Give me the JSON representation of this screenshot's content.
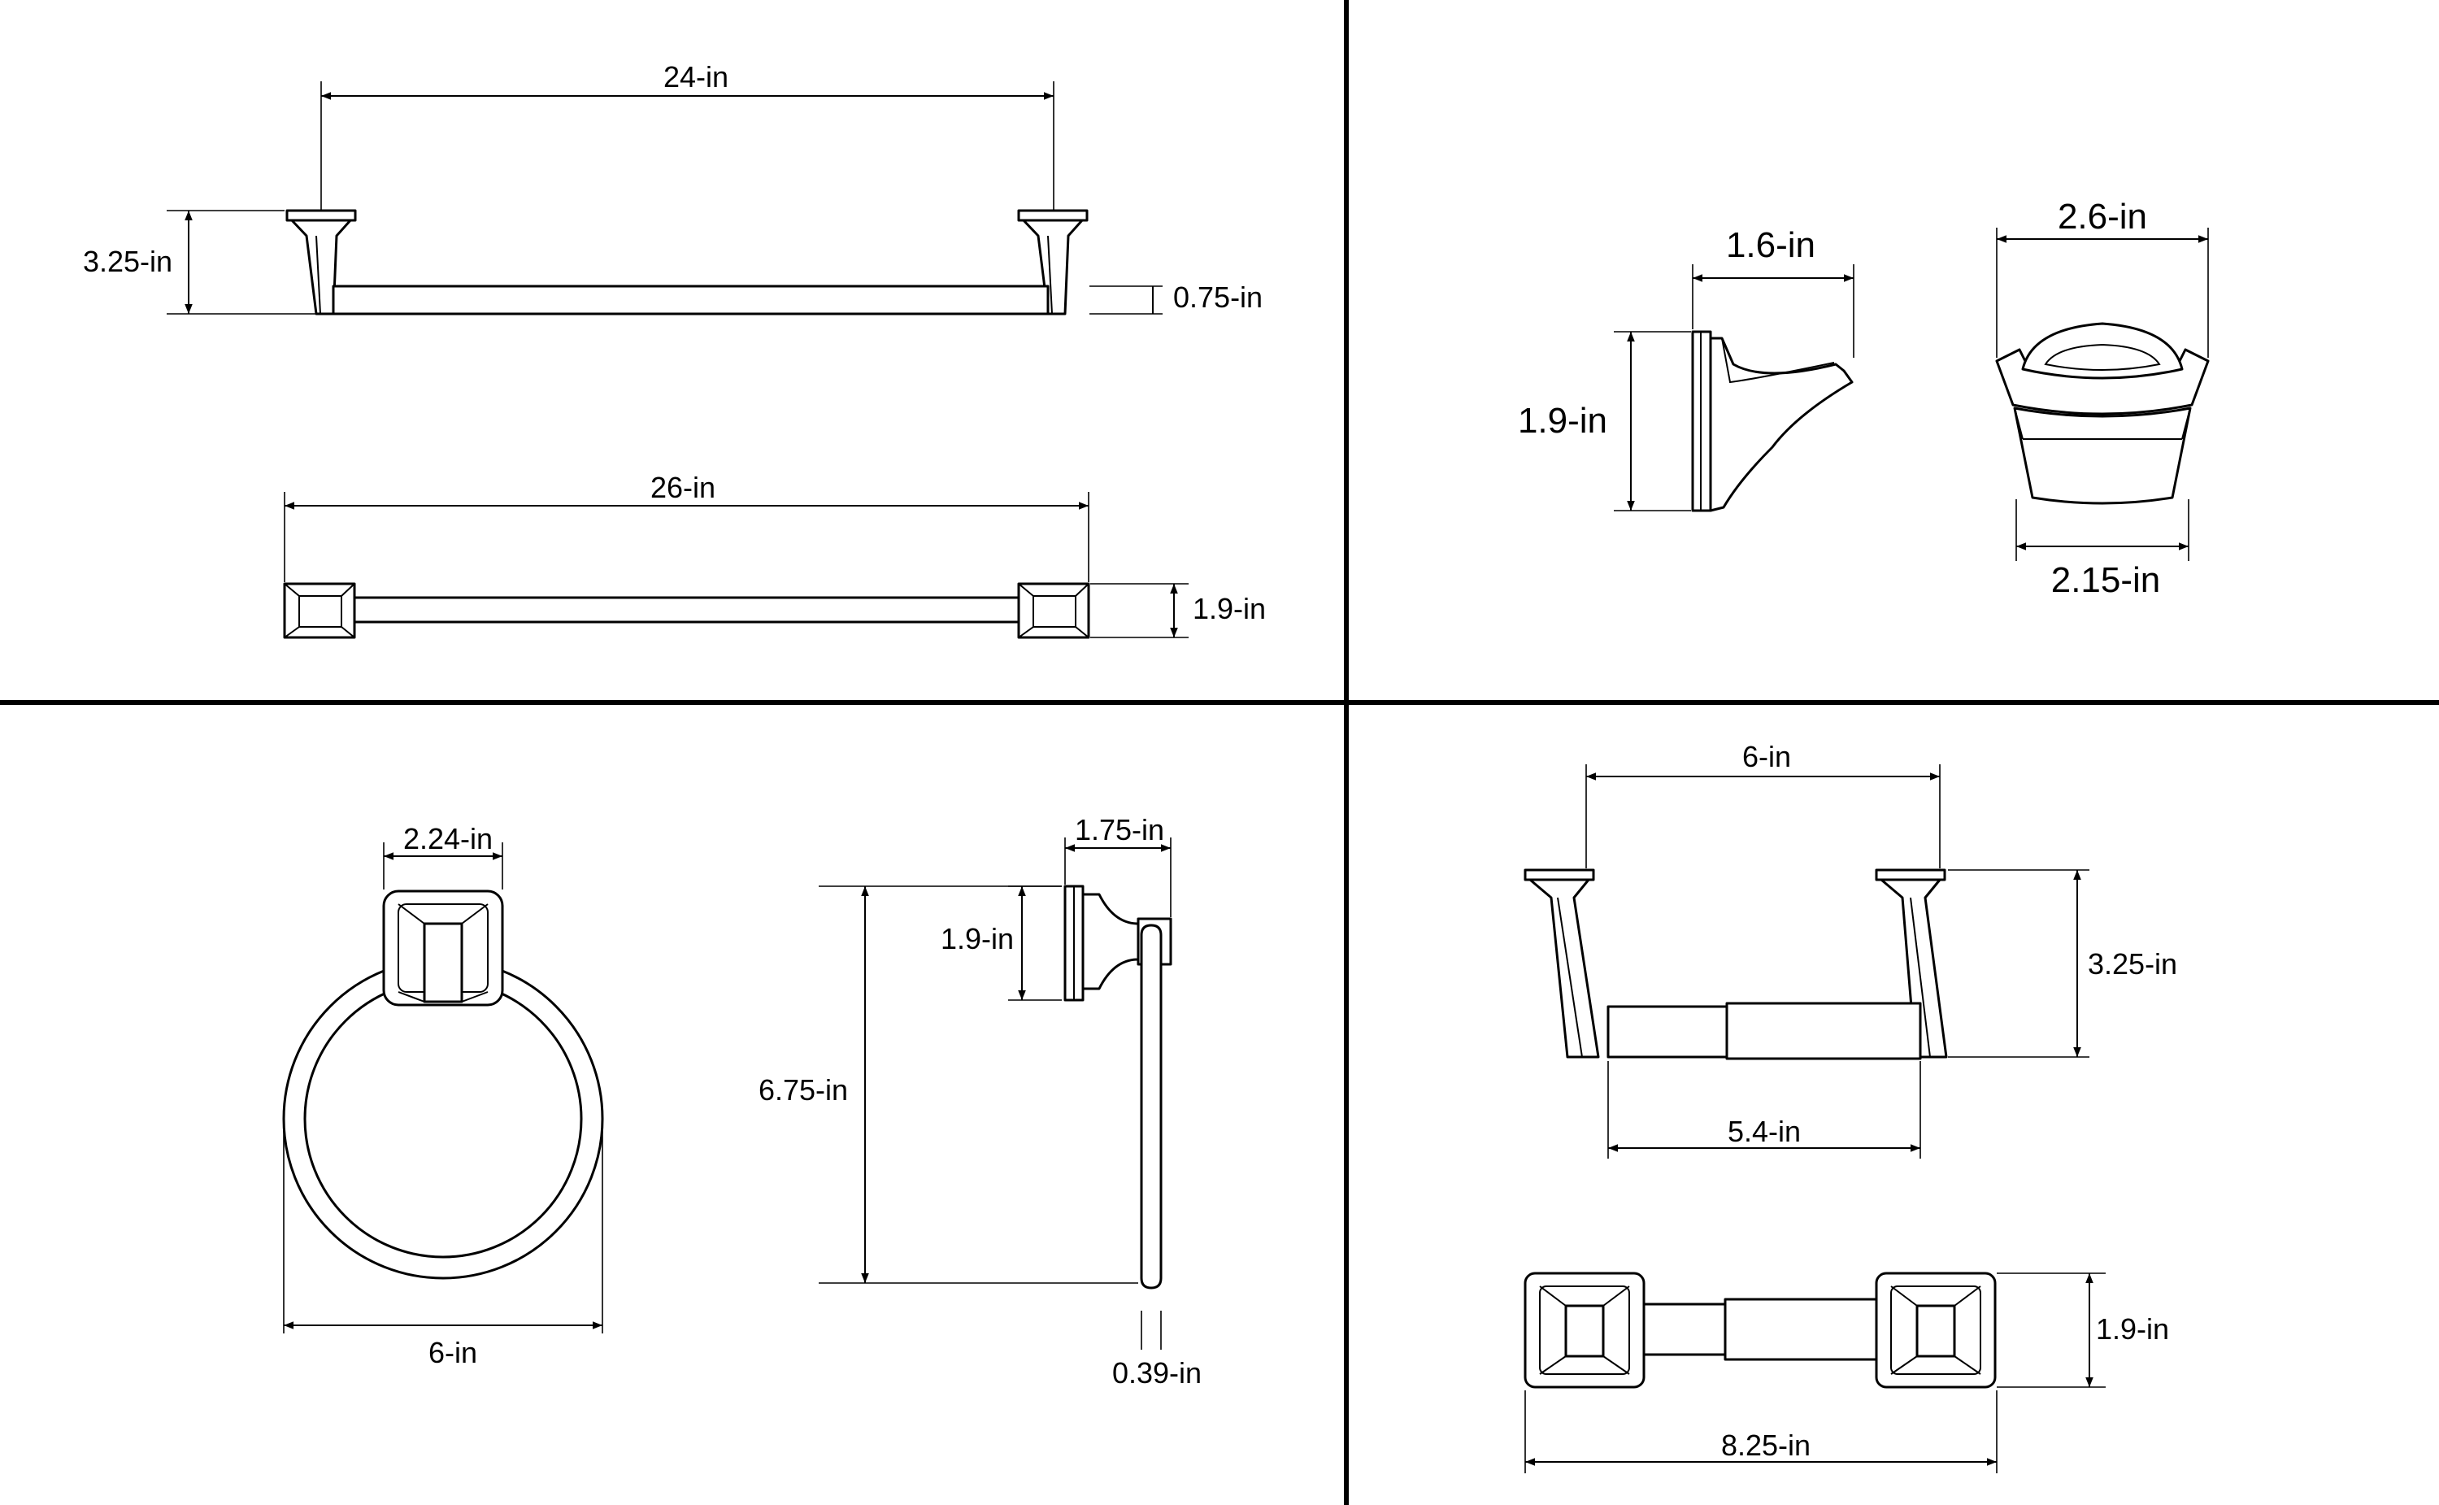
{
  "dimensions": {
    "towel_bar_length": "24-in",
    "towel_bar_height": "3.25-in",
    "towel_bar_rod": "0.75-in",
    "towel_bar_overall": "26-in",
    "towel_bar_post": "1.9-in",
    "hook_depth": "1.6-in",
    "hook_height": "1.9-in",
    "hook_width_top": "2.6-in",
    "hook_width_bottom": "2.15-in",
    "ring_plate": "2.24-in",
    "ring_diameter": "6-in",
    "ring_depth": "1.75-in",
    "ring_post": "1.9-in",
    "ring_height": "6.75-in",
    "ring_rod": "0.39-in",
    "holder_span": "6-in",
    "holder_height": "3.25-in",
    "holder_roll": "5.4-in",
    "holder_post": "1.9-in",
    "holder_overall": "8.25-in"
  }
}
